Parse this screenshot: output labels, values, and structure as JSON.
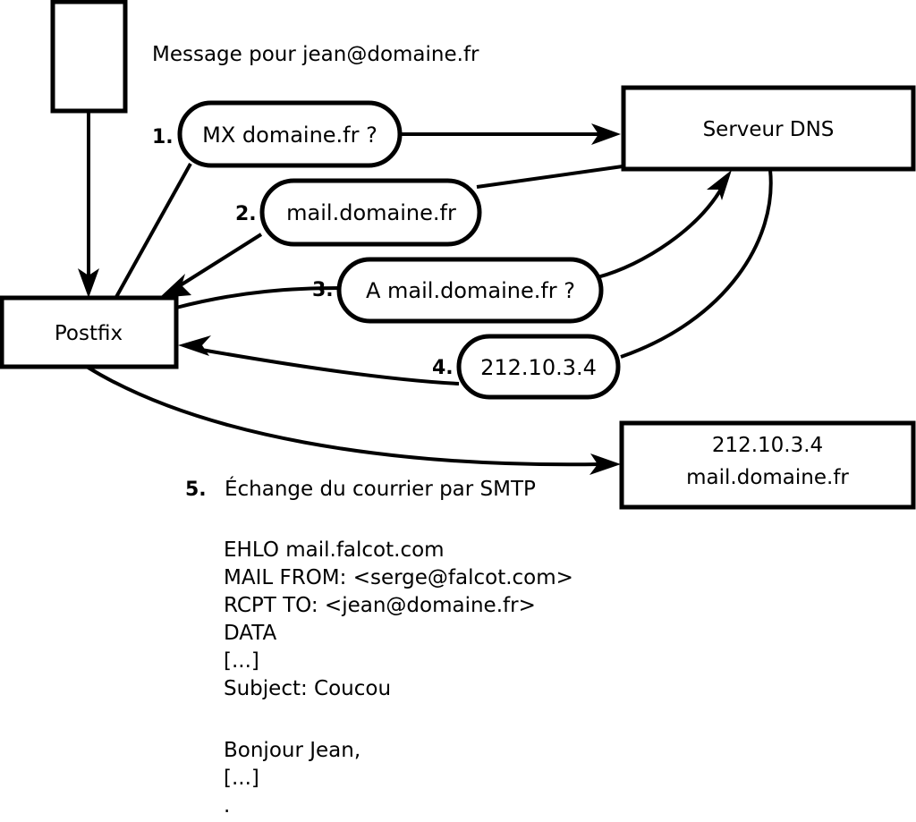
{
  "diagram": {
    "title_text": "Message pour jean@domaine.fr",
    "nodes": {
      "client_box": {
        "label": ""
      },
      "postfix": {
        "label": "Postfix"
      },
      "dns_server": {
        "label": "Serveur DNS"
      },
      "remote_mail_server": {
        "line1": "212.10.3.4",
        "line2": "mail.domaine.fr"
      }
    },
    "steps": [
      {
        "number": "1.",
        "bubble": "MX domaine.fr ?"
      },
      {
        "number": "2.",
        "bubble": "mail.domaine.fr"
      },
      {
        "number": "3.",
        "bubble": "A mail.domaine.fr ?"
      },
      {
        "number": "4.",
        "bubble": "212.10.3.4"
      },
      {
        "number": "5.",
        "caption": "Échange du courrier par SMTP"
      }
    ],
    "smtp_transcript": [
      "EHLO mail.falcot.com",
      "MAIL FROM: <serge@falcot.com>",
      "RCPT TO: <jean@domaine.fr>",
      "DATA",
      "[...]",
      "Subject: Coucou",
      "",
      "Bonjour Jean,",
      "[...]",
      "."
    ],
    "colors": {
      "stroke": "#000000",
      "fill": "#ffffff",
      "text": "#000000"
    }
  }
}
